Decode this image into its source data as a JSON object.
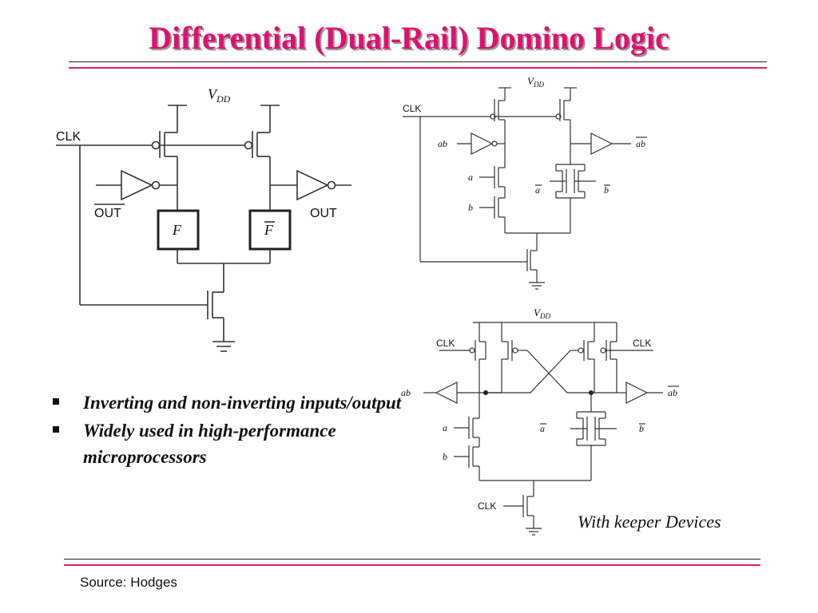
{
  "slide": {
    "title": "Differential (Dual-Rail) Domino Logic",
    "bullets": [
      "Inverting and non-inverting inputs/output",
      "Widely used in high-performance microprocessors"
    ],
    "caption": "With keeper Devices",
    "source": "Source: Hodges",
    "accent_color": "#e0106f"
  },
  "circuit_left": {
    "vdd": "V",
    "vdd_sub": "DD",
    "clk": "CLK",
    "out_bar": "OUT",
    "out": "OUT",
    "f": "F",
    "f_bar": "F"
  },
  "circuit_top_right": {
    "vdd": "V",
    "vdd_sub": "DD",
    "clk": "CLK",
    "ab": "ab",
    "ab_bar": "ab",
    "a": "a",
    "b": "b",
    "a_bar": "a",
    "b_bar": "b"
  },
  "circuit_bottom_right": {
    "vdd": "V",
    "vdd_sub": "DD",
    "clk_left": "CLK",
    "clk_right": "CLK",
    "clk_bottom": "CLK",
    "ab": "ab",
    "ab_bar": "ab",
    "a": "a",
    "b": "b",
    "a_bar": "a",
    "b_bar": "b"
  }
}
